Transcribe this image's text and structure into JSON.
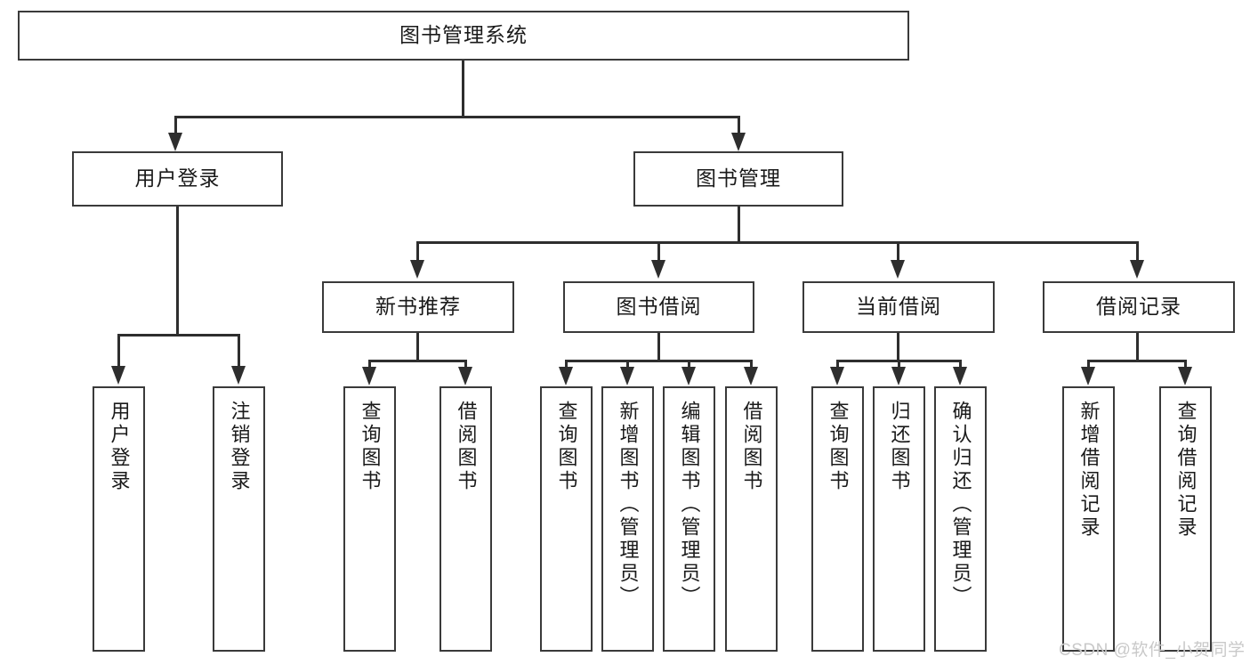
{
  "diagram": {
    "title": "图书管理系统",
    "type": "tree-hierarchy-chart",
    "root": {
      "label": "图书管理系统"
    },
    "level2": [
      {
        "label": "用户登录"
      },
      {
        "label": "图书管理"
      }
    ],
    "level3": [
      {
        "label": "新书推荐"
      },
      {
        "label": "图书借阅"
      },
      {
        "label": "当前借阅"
      },
      {
        "label": "借阅记录"
      }
    ],
    "leaves_user_login": [
      {
        "label": "用户登录"
      },
      {
        "label": "注销登录"
      }
    ],
    "leaves_new_book": [
      {
        "label": "查询图书"
      },
      {
        "label": "借阅图书"
      }
    ],
    "leaves_borrow": [
      {
        "label": "查询图书"
      },
      {
        "label": "新增图书（管理员）"
      },
      {
        "label": "编辑图书（管理员）"
      },
      {
        "label": "借阅图书"
      }
    ],
    "leaves_current": [
      {
        "label": "查询图书"
      },
      {
        "label": "归还图书"
      },
      {
        "label": "确认归还（管理员）"
      }
    ],
    "leaves_record": [
      {
        "label": "新增借阅记录"
      },
      {
        "label": "查询借阅记录"
      }
    ]
  },
  "watermark": {
    "text": "CSDN @软件_小贺同学"
  },
  "colors": {
    "box_border": "#3a3a3a",
    "connector": "#2e2e2e",
    "background": "#ffffff",
    "text": "#1a1a1a",
    "watermark": "#c9c9c9"
  }
}
